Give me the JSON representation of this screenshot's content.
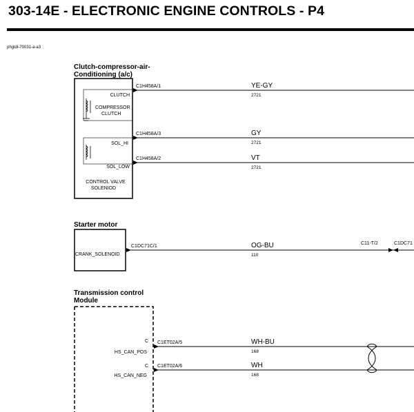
{
  "header": {
    "title": "303-14E - ELECTRONIC ENGINE CONTROLS - P4",
    "ref_code": "phgtdi-70031-a-a3"
  },
  "components": {
    "compressor": {
      "title_line1": "Clutch-compressor-air-",
      "title_line2": "Conditioning (a/c)",
      "pin_clutch": "CLUTCH",
      "clutch_label_1": "COMPRESSOR",
      "clutch_label_2": "CLUTCH",
      "pin_sol_hi": "SOL_HI",
      "pin_sol_low": "SOL_LOW",
      "valve_label_1": "CONTROL VALVE",
      "valve_label_2": "SOLENIOD"
    },
    "starter": {
      "title": "Starter motor",
      "pin_crank": "CRANK_SOLENOID"
    },
    "transmission": {
      "title_line1": "Transmission control",
      "title_line2": "Module",
      "pin_pos": "HS_CAN_POS",
      "pin_neg": "HS_CAN_NEG",
      "pin_pos_mark": "C",
      "pin_neg_mark": "C"
    }
  },
  "wires": [
    {
      "connector": "C1H458A/1",
      "color": "YE-GY",
      "circuit": "2721"
    },
    {
      "connector": "C1H458A/3",
      "color": "GY",
      "circuit": "2721"
    },
    {
      "connector": "C1H458A/2",
      "color": "VT",
      "circuit": "2721"
    },
    {
      "connector": "C1DC71C/1",
      "color": "OG-BU",
      "circuit": "110",
      "remote_connector_1": "C11-T/2",
      "remote_connector_2": "C1DC71"
    },
    {
      "connector": "C1ET02A/5",
      "color": "WH-BU",
      "circuit": "168"
    },
    {
      "connector": "C1ET02A/6",
      "color": "WH",
      "circuit": "168"
    }
  ]
}
